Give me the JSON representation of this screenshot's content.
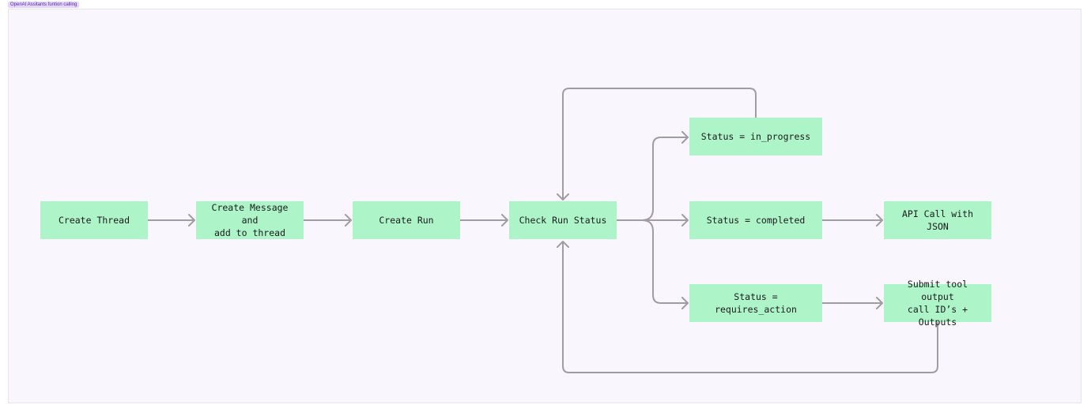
{
  "frame": {
    "title": "OpenAI Assitants funtion calling"
  },
  "colors": {
    "node_fill": "#adf5c9",
    "connector": "#a09ca0",
    "frame_bg": "#f9f7fd",
    "frame_tag_bg": "#e4d6fb"
  },
  "nodes": {
    "create_thread": "Create Thread",
    "create_message": "Create Message and\nadd to thread",
    "create_run": "Create Run",
    "check_run_status": "Check Run Status",
    "status_in_progress": "Status = in_progress",
    "status_completed": "Status = completed",
    "status_requires_action": "Status = requires_action",
    "api_call": "API Call with JSON",
    "submit_tool_output": "Submit tool output\ncall ID’s + Outputs"
  },
  "edges": [
    {
      "from": "create_thread",
      "to": "create_message"
    },
    {
      "from": "create_message",
      "to": "create_run"
    },
    {
      "from": "create_run",
      "to": "check_run_status"
    },
    {
      "from": "check_run_status",
      "to": "status_in_progress"
    },
    {
      "from": "check_run_status",
      "to": "status_completed"
    },
    {
      "from": "check_run_status",
      "to": "status_requires_action"
    },
    {
      "from": "status_in_progress",
      "to": "check_run_status"
    },
    {
      "from": "status_completed",
      "to": "api_call"
    },
    {
      "from": "status_requires_action",
      "to": "submit_tool_output"
    },
    {
      "from": "submit_tool_output",
      "to": "check_run_status"
    }
  ]
}
